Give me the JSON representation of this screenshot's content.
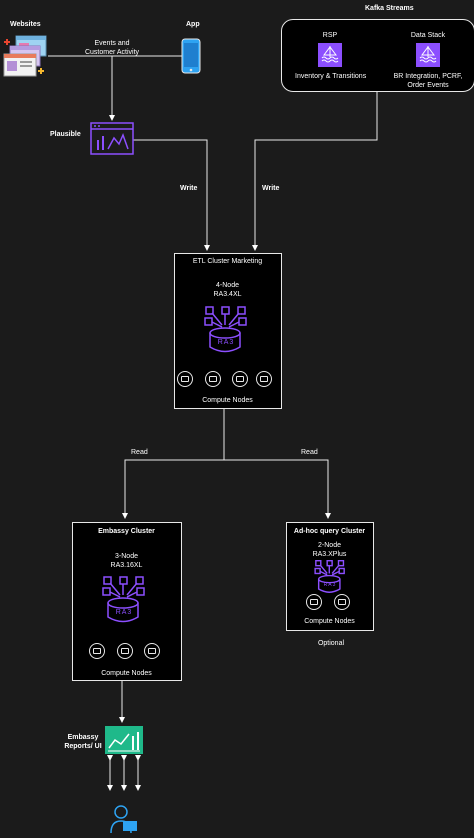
{
  "websites": {
    "label": "Websites"
  },
  "app": {
    "label": "App"
  },
  "kafka": {
    "title": "Kafka Streams",
    "rsp": {
      "title": "RSP",
      "desc": "Inventory & Transitions"
    },
    "data_stack": {
      "title": "Data Stack",
      "desc_line1": "BR Integration, PCRF,",
      "desc_line2": "Order Events"
    }
  },
  "events_label": {
    "line1": "Events and",
    "line2": "Customer Activity"
  },
  "plausible": {
    "label": "Plausible"
  },
  "write_left": "Write",
  "write_right": "Write",
  "etl": {
    "title": "ETL Cluster Marketing",
    "spec_line1": "4-Node",
    "spec_line2": "RA3.4XL",
    "ra3": "RA3",
    "footer": "Compute Nodes"
  },
  "read_left": "Read",
  "read_right": "Read",
  "embassy": {
    "title": "Embassy Cluster",
    "spec_line1": "3-Node",
    "spec_line2": "RA3.16XL",
    "ra3": "RA3",
    "footer": "Compute Nodes"
  },
  "adhoc": {
    "title": "Ad-hoc query Cluster",
    "spec_line1": "2-Node",
    "spec_line2": "RA3.XPlus",
    "ra3": "RA3",
    "footer": "Compute Nodes",
    "note": "Optional"
  },
  "embassy_reports": {
    "line1": "Embassy",
    "line2": "Reports/ UI"
  },
  "colors": {
    "purple": "#8c4fff",
    "teal": "#1fb98a",
    "blue": "#2ea3f2"
  }
}
